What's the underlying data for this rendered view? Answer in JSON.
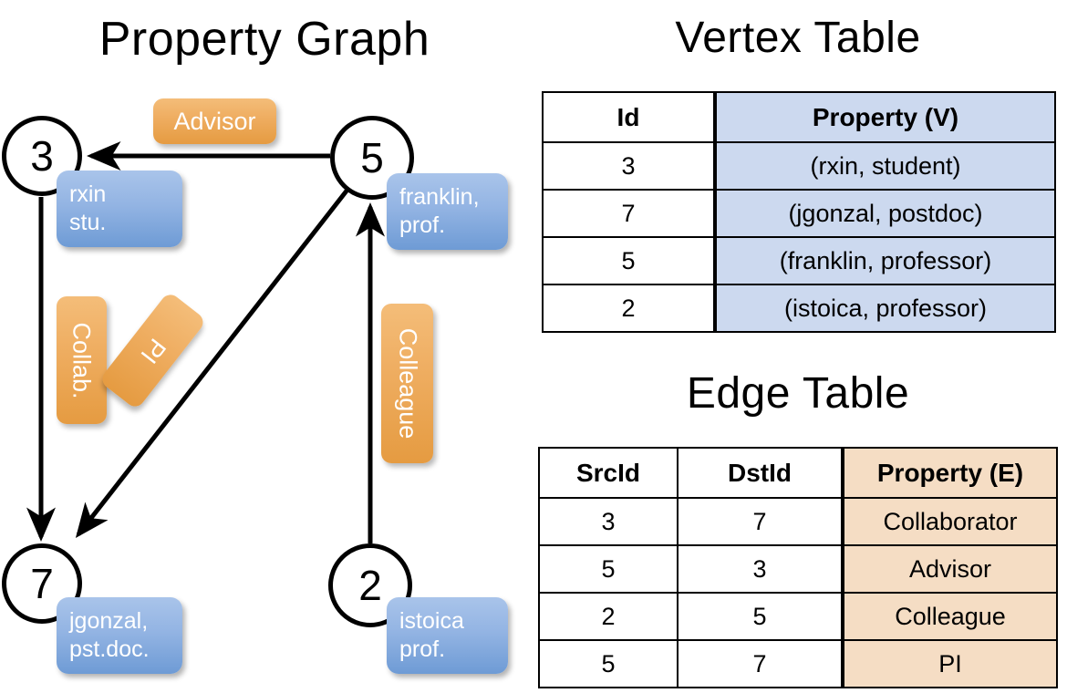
{
  "titles": {
    "property_graph": "Property Graph",
    "vertex_table": "Vertex Table",
    "edge_table": "Edge Table"
  },
  "graph": {
    "nodes": [
      {
        "id": "3",
        "property": "rxin\nstu.",
        "prop_line1": "rxin",
        "prop_line2": "stu."
      },
      {
        "id": "5",
        "property": "franklin, prof.",
        "prop_line1": "franklin,",
        "prop_line2": "prof."
      },
      {
        "id": "7",
        "property": "jgonzal, pst.doc.",
        "prop_line1": "jgonzal,",
        "prop_line2": "pst.doc."
      },
      {
        "id": "2",
        "property": "istoica prof.",
        "prop_line1": "istoica",
        "prop_line2": "prof."
      }
    ],
    "edge_labels": {
      "advisor": "Advisor",
      "collab": "Collab.",
      "pi": "PI",
      "colleague": "Colleague"
    }
  },
  "vertex_table": {
    "headers": [
      "Id",
      "Property (V)"
    ],
    "rows": [
      {
        "id": "3",
        "property": "(rxin, student)"
      },
      {
        "id": "7",
        "property": "(jgonzal, postdoc)"
      },
      {
        "id": "5",
        "property": "(franklin, professor)"
      },
      {
        "id": "2",
        "property": "(istoica, professor)"
      }
    ]
  },
  "edge_table": {
    "headers": [
      "SrcId",
      "DstId",
      "Property (E)"
    ],
    "rows": [
      {
        "src": "3",
        "dst": "7",
        "property": "Collaborator"
      },
      {
        "src": "5",
        "dst": "3",
        "property": "Advisor"
      },
      {
        "src": "2",
        "dst": "5",
        "property": "Colleague"
      },
      {
        "src": "5",
        "dst": "7",
        "property": "PI"
      }
    ]
  },
  "colors": {
    "vertex_property_fill": "#ccd9ef",
    "edge_property_fill": "#f5ddc4",
    "node_callout_blue": "#6e9bd5",
    "edge_label_orange": "#e59b41",
    "stroke": "#000000",
    "background": "#ffffff"
  }
}
